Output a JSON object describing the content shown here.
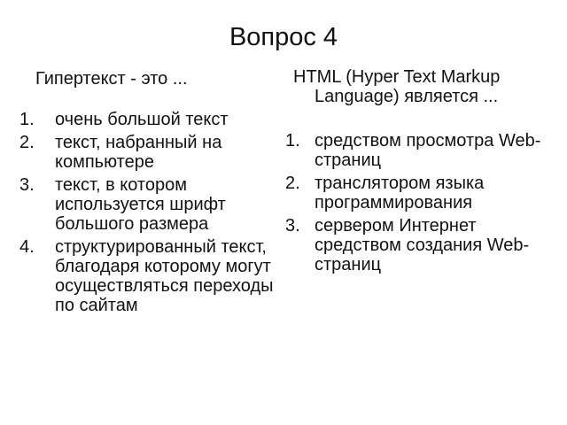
{
  "slide": {
    "title": "Вопрос 4",
    "background": "#ffffff",
    "text_color": "#111111"
  },
  "left": {
    "question": "Гипертекст - это ...",
    "answers": [
      {
        "number": "1.",
        "text": "очень большой текст"
      },
      {
        "number": "2.",
        "text": "текст, набранный на компьютере"
      },
      {
        "number": "3.",
        "text": "текст, в котором используется шрифт большого размера"
      },
      {
        "number": "4.",
        "text": "структурированный текст, благодаря которому могут осуществляться переходы по сайтам"
      }
    ]
  },
  "right": {
    "question": "HTML (Hyper Text Markup Language) является ...",
    "answers": [
      {
        "number": "1.",
        "text": "средством просмотра Web-страниц"
      },
      {
        "number": "2.",
        "text": "транслятором языка программирования"
      },
      {
        "number": "3.",
        "text": "сервером Интернет средством создания Web-страниц"
      }
    ]
  }
}
